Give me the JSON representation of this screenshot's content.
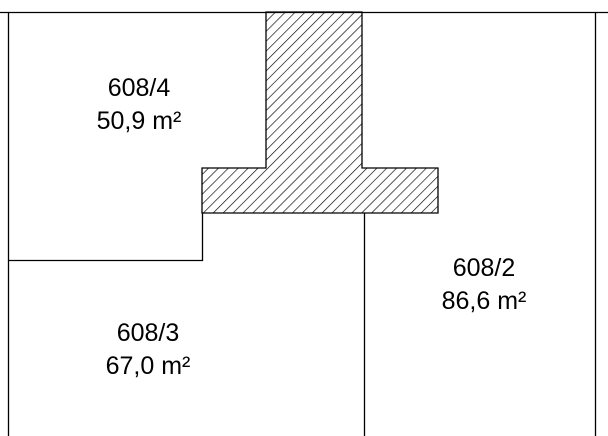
{
  "parcels": [
    {
      "number": "608/4",
      "area": "50,9 m²"
    },
    {
      "number": "608/3",
      "area": "67,0 m²"
    },
    {
      "number": "608/2",
      "area": "86,6 m²"
    }
  ],
  "colors": {
    "line": "#000000",
    "hatch": "#000000",
    "background": "#ffffff"
  }
}
